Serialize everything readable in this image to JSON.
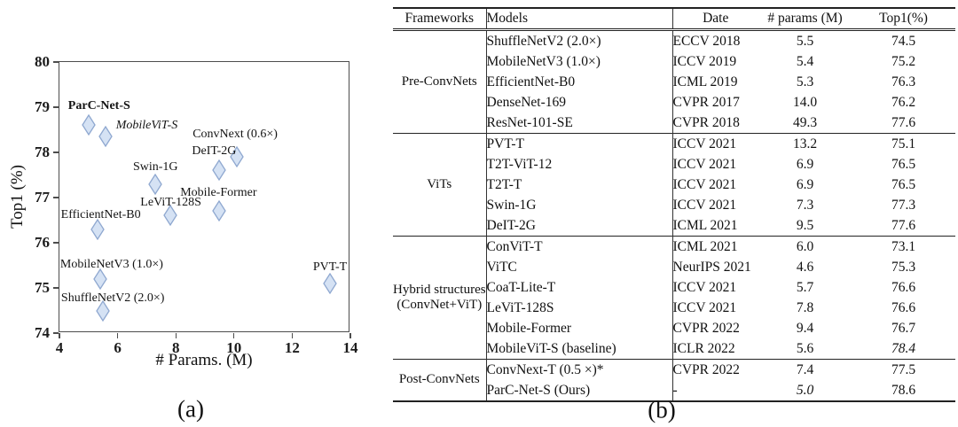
{
  "panel_a": {
    "caption": "(a)",
    "chart_data": {
      "type": "scatter",
      "title": "",
      "xlabel": "# Params. (M)",
      "ylabel": "Top1 (%)",
      "xlim": [
        4,
        14
      ],
      "ylim": [
        74,
        80
      ],
      "xticks": [
        4,
        6,
        8,
        10,
        12,
        14
      ],
      "yticks": [
        74,
        75,
        76,
        77,
        78,
        79,
        80
      ],
      "grid": false,
      "marker": "diamond",
      "marker_fill": "#d5e2f4",
      "marker_stroke": "#8fa8d0",
      "points": [
        {
          "label": "ParC-Net-S",
          "x": 5.0,
          "y": 78.6,
          "bold": true,
          "italic": false,
          "dx": 12,
          "dy": -21
        },
        {
          "label": "MobileViT-S",
          "x": 5.6,
          "y": 78.35,
          "bold": false,
          "italic": true,
          "dx": 46,
          "dy": -12
        },
        {
          "label": "ConvNext (0.6×)",
          "x": 10.1,
          "y": 77.9,
          "bold": false,
          "italic": false,
          "dx": -2,
          "dy": -25
        },
        {
          "label": "DeIT-2G",
          "x": 9.5,
          "y": 77.6,
          "bold": false,
          "italic": false,
          "dx": -6,
          "dy": -21
        },
        {
          "label": "Swin-1G",
          "x": 7.3,
          "y": 77.3,
          "bold": false,
          "italic": false,
          "dx": 0,
          "dy": -19
        },
        {
          "label": "Mobile-Former",
          "x": 9.5,
          "y": 76.7,
          "bold": false,
          "italic": false,
          "dx": -1,
          "dy": -20
        },
        {
          "label": "LeViT-128S",
          "x": 7.8,
          "y": 76.6,
          "bold": false,
          "italic": false,
          "dx": 1,
          "dy": -14
        },
        {
          "label": "EfficientNet-B0",
          "x": 5.3,
          "y": 76.3,
          "bold": false,
          "italic": false,
          "dx": 4,
          "dy": -16
        },
        {
          "label": "MobileNetV3 (1.0×)",
          "x": 5.4,
          "y": 75.2,
          "bold": false,
          "italic": false,
          "dx": 13,
          "dy": -16
        },
        {
          "label": "PVT-T",
          "x": 13.3,
          "y": 75.1,
          "bold": false,
          "italic": false,
          "dx": 0,
          "dy": -18
        },
        {
          "label": "ShuffleNetV2 (2.0×)",
          "x": 5.5,
          "y": 74.5,
          "bold": false,
          "italic": false,
          "dx": 11,
          "dy": -14
        }
      ]
    }
  },
  "panel_b": {
    "caption": "(b)",
    "table": {
      "headers": [
        "Frameworks",
        "Models",
        "Date",
        "# params (M)",
        "Top1(%)"
      ],
      "sections": [
        {
          "framework_lines": [
            "Pre-ConvNets"
          ],
          "rows": [
            {
              "model": "ShuffleNetV2 (2.0×)",
              "date": "ECCV 2018",
              "params": "5.5",
              "top1": "74.5"
            },
            {
              "model": "MobileNetV3 (1.0×)",
              "date": "ICCV 2019",
              "params": "5.4",
              "top1": "75.2"
            },
            {
              "model": "EfficientNet-B0",
              "date": "ICML 2019",
              "params": "5.3",
              "top1": "76.3"
            },
            {
              "model": "DenseNet-169",
              "date": "CVPR 2017",
              "params": "14.0",
              "top1": "76.2"
            },
            {
              "model": "ResNet-101-SE",
              "date": "CVPR 2018",
              "params": "49.3",
              "top1": "77.6"
            }
          ]
        },
        {
          "framework_lines": [
            "ViTs"
          ],
          "rows": [
            {
              "model": "PVT-T",
              "date": "ICCV 2021",
              "params": "13.2",
              "top1": "75.1"
            },
            {
              "model": "T2T-ViT-12",
              "date": "ICCV 2021",
              "params": "6.9",
              "top1": "76.5"
            },
            {
              "model": "T2T-T",
              "date": "ICCV 2021",
              "params": "6.9",
              "top1": "76.5"
            },
            {
              "model": "Swin-1G",
              "date": "ICCV 2021",
              "params": "7.3",
              "top1": "77.3"
            },
            {
              "model": "DeIT-2G",
              "date": "ICML 2021",
              "params": "9.5",
              "top1": "77.6"
            }
          ]
        },
        {
          "framework_lines": [
            "Hybrid structures",
            "(ConvNet+ViT)"
          ],
          "rows": [
            {
              "model": "ConViT-T",
              "date": "ICML 2021",
              "params": "6.0",
              "top1": "73.1"
            },
            {
              "model": "ViTC",
              "date": "NeurIPS 2021",
              "params": "4.6",
              "top1": "75.3",
              "params_style": "bold"
            },
            {
              "model": "CoaT-Lite-T",
              "date": "ICCV 2021",
              "params": "5.7",
              "top1": "76.6"
            },
            {
              "model": "LeViT-128S",
              "date": "ICCV 2021",
              "params": "7.8",
              "top1": "76.6"
            },
            {
              "model": "Mobile-Former",
              "date": "CVPR 2022",
              "params": "9.4",
              "top1": "76.7"
            },
            {
              "model": "MobileViT-S (baseline)",
              "date": "ICLR 2022",
              "params": "5.6",
              "top1": "78.4",
              "top1_style": "italic"
            }
          ]
        },
        {
          "framework_lines": [
            "Post-ConvNets"
          ],
          "rows": [
            {
              "model": "ConvNext-T (0.5 ×)*",
              "date": "CVPR 2022",
              "params": "7.4",
              "top1": "77.5"
            },
            {
              "model": "ParC-Net-S (Ours)",
              "date": "-",
              "params": "5.0",
              "top1": "78.6",
              "params_style": "italic",
              "top1_style": "bold"
            }
          ]
        }
      ]
    }
  }
}
